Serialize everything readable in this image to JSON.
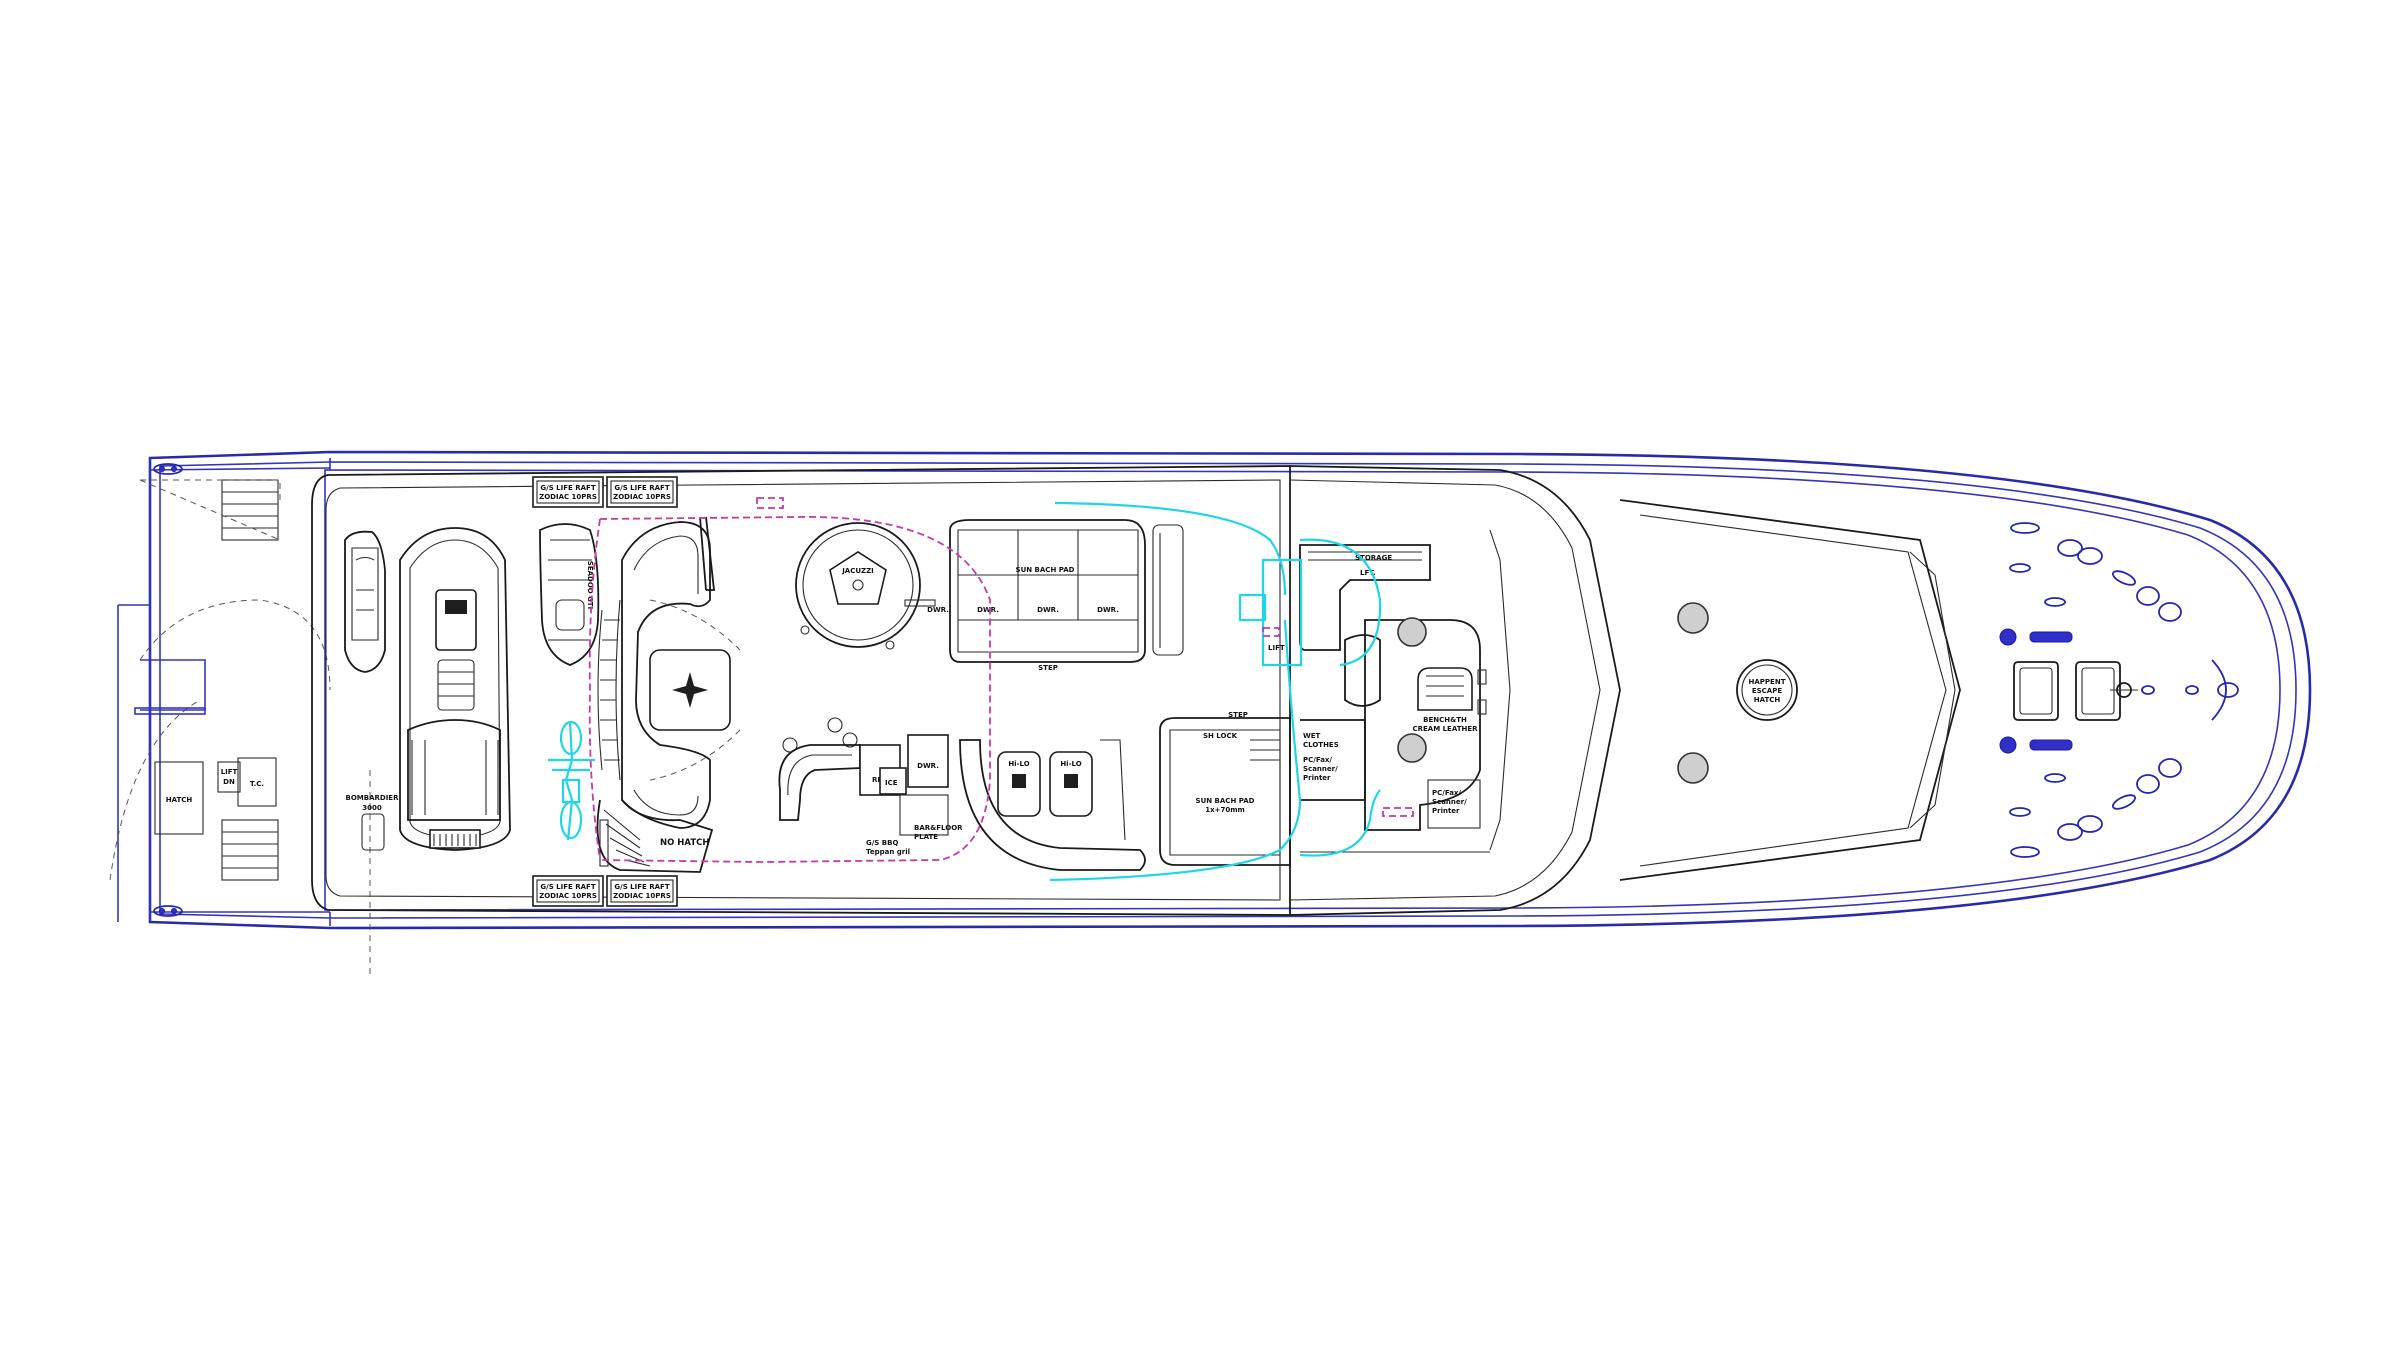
{
  "labels": {
    "liferaft_top_1": [
      "G/S LIFE RAFT",
      "ZODIAC 10PRS"
    ],
    "liferaft_top_2": [
      "G/S LIFE RAFT",
      "ZODIAC 10PRS"
    ],
    "liferaft_bottom_1": [
      "G/S LIFE RAFT",
      "ZODIAC 10PRS"
    ],
    "liferaft_bottom_2": [
      "G/S LIFE RAFT",
      "ZODIAC 10PRS"
    ],
    "hatch_aft": "HATCH",
    "tc": "T.C.",
    "lift_aft": [
      "LIFT",
      "DN"
    ],
    "tender_name": [
      "BOMBARDIER",
      "3000"
    ],
    "jetski": "SEADOO GTI",
    "jacuzzi": "JACUZZI",
    "sun_bench_aft": "SUN BACH PAD",
    "drw_1": "DWR.",
    "drw_2": "DWR.",
    "drw_3": "DWR.",
    "drw_4": "DWR.",
    "step_1": "STEP",
    "step_2": "STEP",
    "no_hatch": "NO HATCH",
    "ref": "REF.",
    "ice": "ICE",
    "dwr_bar": "DWR.",
    "bar_counter": [
      "G/S BBQ",
      "Teppan gril"
    ],
    "bar_label": [
      "BAR&FLOOR",
      "PLATE"
    ],
    "hilo_1": "Hi-LO",
    "hilo_2": "Hi-LO",
    "sun_bench_fwd": [
      "SUN BACH PAD",
      "1x+70mm"
    ],
    "sh_lock": "SH LOCK",
    "lft": "LFT.",
    "wet_clothes": [
      "WET",
      "CLOTHES"
    ],
    "pc_port": [
      "PC/Fax/",
      "Scanner/",
      "Printer"
    ],
    "pc_stbd": [
      "PC/Fax/",
      "Scanner/",
      "Printer"
    ],
    "helm_chair": [
      "BENCH&TH",
      "CREAM LEATHER"
    ],
    "top_store": "STORAGE",
    "center_hatch": [
      "HAPPENT",
      "ESCAPE",
      "HATCH"
    ],
    "lift_fwd": "LIFT"
  },
  "colors": {
    "hull": "#2a2aa8",
    "linework": "#1a1a1a",
    "bimini": "#1fd6e6",
    "hardtop": "#c43aa8",
    "fittings": "#3030c8"
  }
}
